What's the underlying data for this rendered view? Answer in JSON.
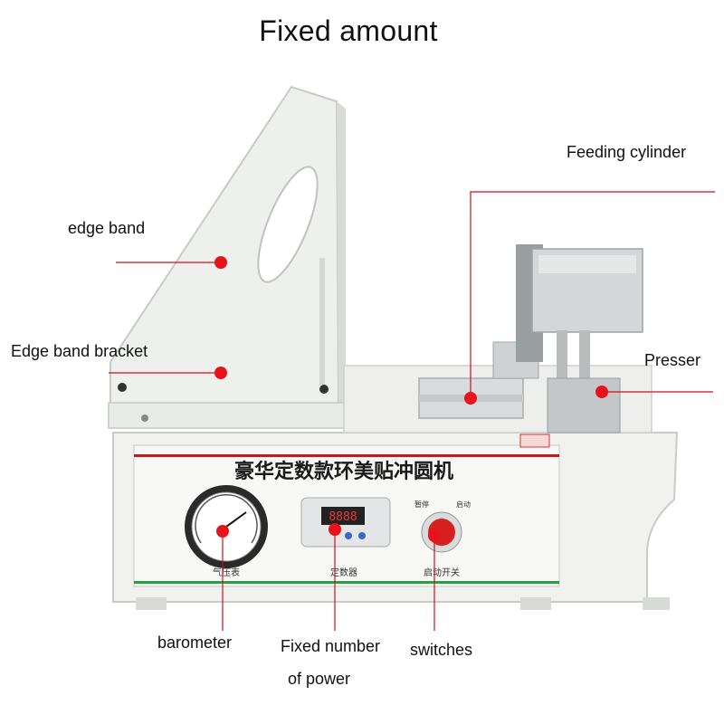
{
  "title": "Fixed amount",
  "labels": {
    "feeding_cylinder": "Feeding cylinder",
    "edge_band": "edge band",
    "edge_band_bracket": "Edge band bracket",
    "presser": "Presser",
    "barometer": "barometer",
    "fixed_number_line1": "Fixed number",
    "fixed_number_line2": "of power",
    "switches": "switches"
  },
  "machine": {
    "panel_text": "豪华定数款环美贴冲圆机",
    "gauge_caption": "气压表",
    "counter_caption": "定数器",
    "switch_caption": "启动开关",
    "switch_left": "暂停",
    "switch_right": "启动",
    "counter_display": "8888"
  },
  "colors": {
    "callout": "#e8121b",
    "machine_body": "#f1f2f0",
    "panel_stripe": "#c51a1a",
    "base_stripe": "#2aa044"
  }
}
